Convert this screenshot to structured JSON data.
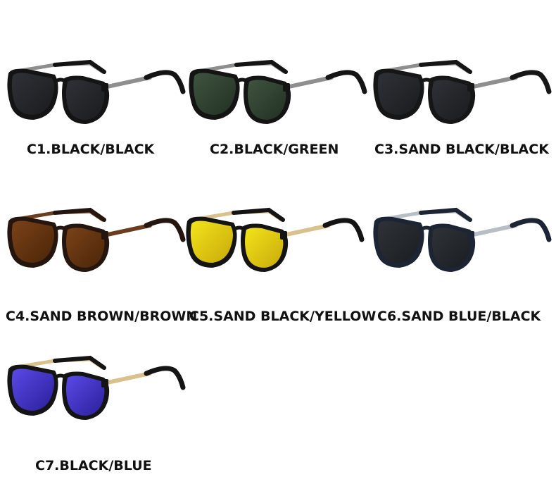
{
  "variants": [
    {
      "label": "C1.BLACK/BLACK",
      "frame": "#141414",
      "temple": "#8e8e8e",
      "lens": "#2e3136",
      "lens_edge": "#1a1c1f"
    },
    {
      "label": "C2.BLACK/GREEN",
      "frame": "#141414",
      "temple": "#8e8e8e",
      "lens": "#3f5440",
      "lens_edge": "#223022"
    },
    {
      "label": "C3.SAND BLACK/BLACK",
      "frame": "#161616",
      "temple": "#8e8e8e",
      "lens": "#2e3136",
      "lens_edge": "#1a1c1f"
    },
    {
      "label": "C4.SAND BROWN/BROWN",
      "frame": "#24160e",
      "temple": "#6b3d20",
      "lens": "#7a4218",
      "lens_edge": "#4a2508"
    },
    {
      "label": "C5.SAND BLACK/YELLOW",
      "frame": "#141414",
      "temple": "#d9c08c",
      "lens": "#f2e41c",
      "lens_edge": "#c9a90a"
    },
    {
      "label": "C6.SAND BLUE/BLACK",
      "frame": "#1d2434",
      "temple": "#b8bec6",
      "lens": "#2f3338",
      "lens_edge": "#1a1d21"
    },
    {
      "label": "C7.BLACK/BLUE",
      "frame": "#141414",
      "temple": "#d9c08c",
      "lens": "#5a4ae6",
      "lens_edge": "#2a1f9a"
    }
  ]
}
